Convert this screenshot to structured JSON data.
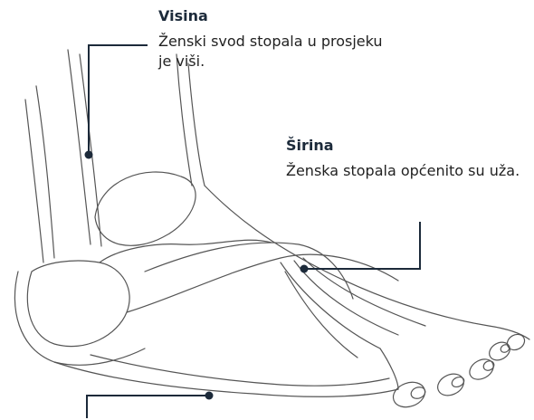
{
  "callouts": {
    "height": {
      "title": "Visina",
      "text": "Ženski svod stopala u prosjeku je viši."
    },
    "width": {
      "title": "Širina",
      "text": "Ženska stopala općenito su uža."
    }
  },
  "colors": {
    "accent": "#1c2a3a",
    "outline": "#555555"
  }
}
